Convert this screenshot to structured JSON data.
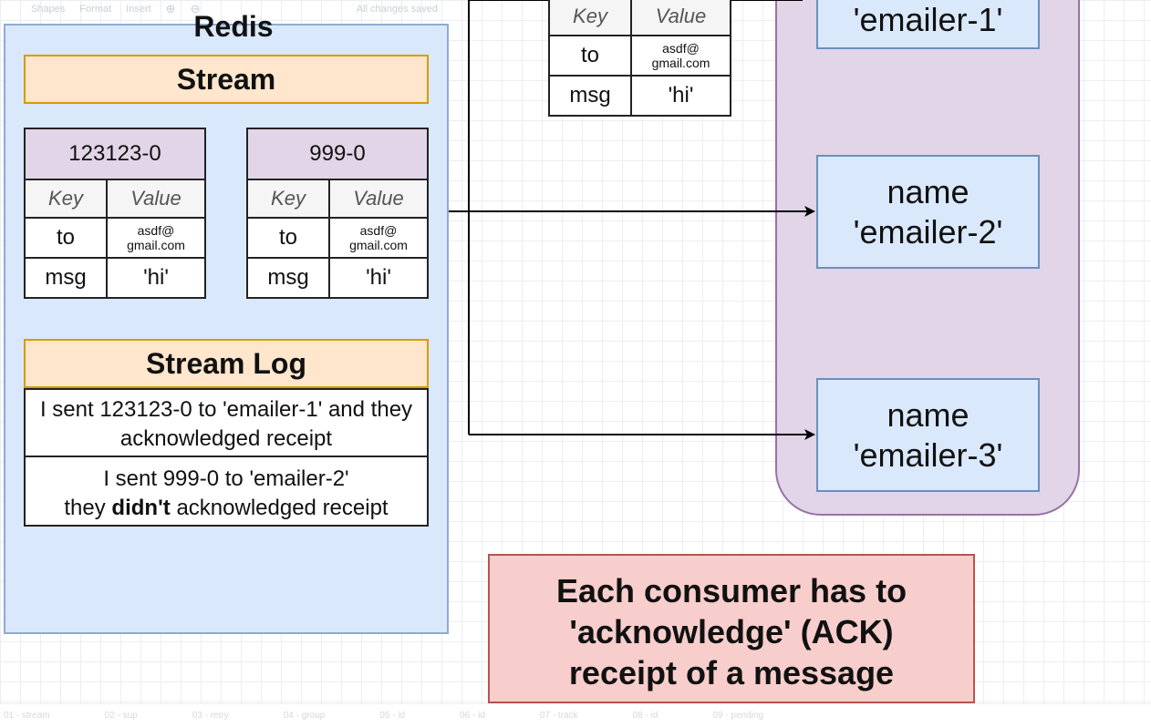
{
  "toolbar": {
    "shapes": "Shapes",
    "format": "Format",
    "insert": "Insert",
    "saved": "All changes saved"
  },
  "redis": {
    "title": "Redis",
    "stream_header": "Stream",
    "entries": [
      {
        "id": "123123-0",
        "key_header": "Key",
        "value_header": "Value",
        "to_key": "to",
        "to_value": "asdf@\ngmail.com",
        "msg_key": "msg",
        "msg_value": "'hi'"
      },
      {
        "id": "999-0",
        "key_header": "Key",
        "value_header": "Value",
        "to_key": "to",
        "to_value": "asdf@\ngmail.com",
        "msg_key": "msg",
        "msg_value": "'hi'"
      }
    ],
    "log_header": "Stream Log",
    "log_1": "I sent 123123-0 to 'emailer-1' and they acknowledged receipt",
    "log_2_line1": "I sent 999-0 to 'emailer-2'",
    "log_2_pre": "they ",
    "log_2_bold": "didn't",
    "log_2_post": " acknowledged receipt"
  },
  "delivered_entry": {
    "key_header": "Key",
    "value_header": "Value",
    "to_key": "to",
    "to_value": "asdf@\ngmail.com",
    "msg_key": "msg",
    "msg_value": "'hi'"
  },
  "consumers": [
    {
      "name_label": "",
      "name": "'emailer-1'"
    },
    {
      "name_label": "name",
      "name": "'emailer-2'"
    },
    {
      "name_label": "name",
      "name": "'emailer-3'"
    }
  ],
  "note": {
    "line1": "Each consumer has to",
    "line2": "'acknowledge' (ACK)",
    "line3": "receipt of a message"
  },
  "colors": {
    "redis_fill": "#dae8fc",
    "stream_header_fill": "#ffe6cc",
    "entry_id_fill": "#e1d5e7",
    "group_fill": "#e1d5e7",
    "note_fill": "#f8cecc"
  },
  "pages": [
    "01 - stream",
    "02 - sup",
    "03 - retry",
    "04 - group",
    "05 - id",
    "06 - id",
    "07 - track",
    "08 - id",
    "09 - pending"
  ]
}
